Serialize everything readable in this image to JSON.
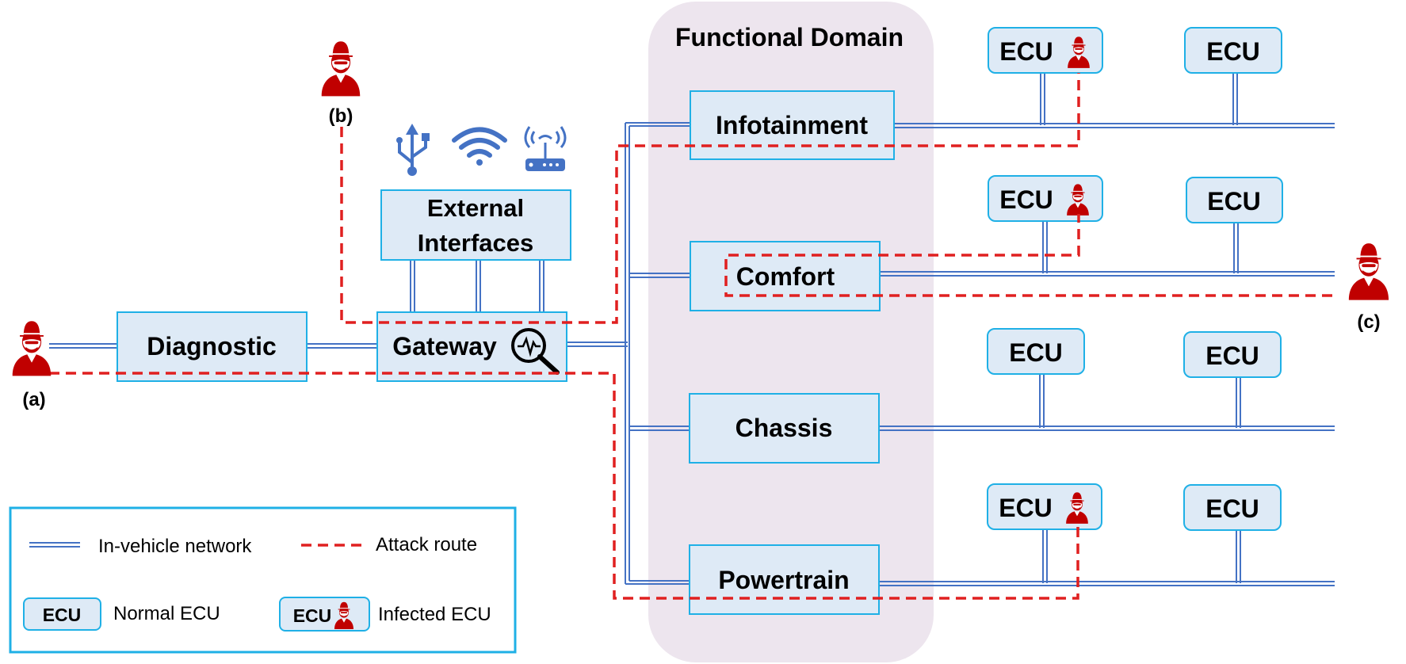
{
  "domain_title": "Functional Domain",
  "boxes": {
    "diagnostic": "Diagnostic",
    "gateway": "Gateway",
    "external_line1": "External",
    "external_line2": "Interfaces",
    "infotainment": "Infotainment",
    "comfort": "Comfort",
    "chassis": "Chassis",
    "powertrain": "Powertrain"
  },
  "ecu_label": "ECU",
  "attackers": {
    "a": "(a)",
    "b": "(b)",
    "c": "(c)"
  },
  "legend": {
    "network": "In-vehicle network",
    "attack": "Attack route",
    "normal": "Normal ECU",
    "infected": "Infected ECU",
    "ecu": "ECU"
  },
  "icons": [
    "usb-icon",
    "wifi-icon",
    "router-icon",
    "monitor-magnifier-icon",
    "hacker-icon"
  ],
  "colors": {
    "box_fill": "#deeaf6",
    "box_stroke": "#1fb0e6",
    "network": "#4472c4",
    "attack": "#e02020",
    "hacker": "#c00000",
    "domain_bg": "#ede5ee",
    "legend_stroke": "#1fb0e6"
  }
}
